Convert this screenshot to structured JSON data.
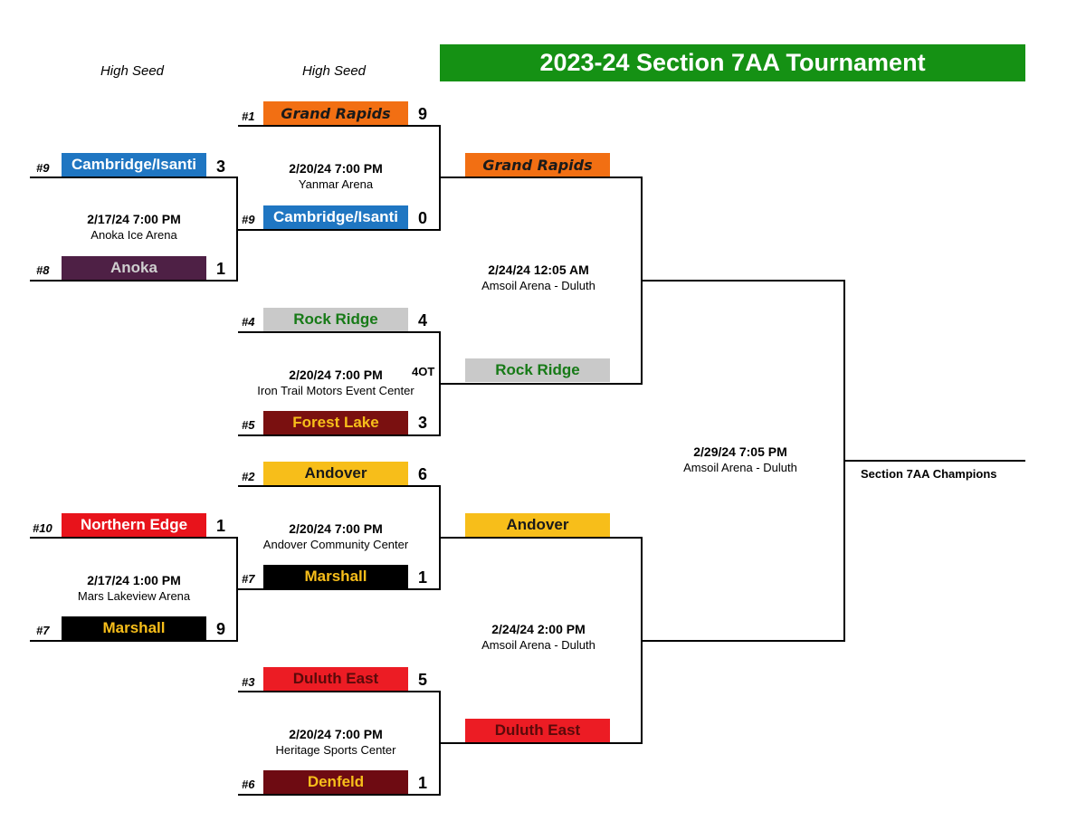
{
  "title": "2023-24 Section 7AA Tournament",
  "column_heads": [
    "High Seed",
    "High Seed"
  ],
  "colors": {
    "title_bg": "#159114",
    "grand_rapids": "#F26F13",
    "cambridge": "#1F76C2",
    "anoka": "#4E2045",
    "rock_ridge": "#C9C9C9",
    "forest_lake": "#7A1010",
    "andover": "#F7BE1A",
    "northern_edge": "#E8131B",
    "marshall": "#000000",
    "duluth_east": "#EC1C24",
    "denfeld": "#6E0B12"
  },
  "round1": [
    {
      "top": {
        "seed": "#9",
        "team": "Cambridge/Isanti",
        "score": "3"
      },
      "bottom": {
        "seed": "#8",
        "team": "Anoka",
        "score": "1"
      },
      "datetime": "2/17/24 7:00 PM",
      "location": "Anoka Ice Arena"
    },
    {
      "top": {
        "seed": "#10",
        "team": "Northern Edge",
        "score": "1"
      },
      "bottom": {
        "seed": "#7",
        "team": "Marshall",
        "score": "9"
      },
      "datetime": "2/17/24 1:00 PM",
      "location": "Mars Lakeview Arena"
    }
  ],
  "quarterfinals": [
    {
      "top": {
        "seed": "#1",
        "team": "Grand Rapids",
        "score": "9"
      },
      "bottom": {
        "seed": "#9",
        "team": "Cambridge/Isanti",
        "score": "0"
      },
      "datetime": "2/20/24 7:00 PM",
      "location": "Yanmar Arena"
    },
    {
      "top": {
        "seed": "#4",
        "team": "Rock Ridge",
        "score": "4"
      },
      "bottom": {
        "seed": "#5",
        "team": "Forest Lake",
        "score": "3"
      },
      "datetime": "2/20/24 7:00 PM",
      "location": "Iron Trail Motors Event Center",
      "note": "4OT"
    },
    {
      "top": {
        "seed": "#2",
        "team": "Andover",
        "score": "6"
      },
      "bottom": {
        "seed": "#7",
        "team": "Marshall",
        "score": "1"
      },
      "datetime": "2/20/24 7:00 PM",
      "location": "Andover Community Center"
    },
    {
      "top": {
        "seed": "#3",
        "team": "Duluth East",
        "score": "5"
      },
      "bottom": {
        "seed": "#6",
        "team": "Denfeld",
        "score": "1"
      },
      "datetime": "2/20/24 7:00 PM",
      "location": "Heritage Sports Center"
    }
  ],
  "semifinals": [
    {
      "top": {
        "team": "Grand Rapids"
      },
      "bottom": {
        "team": "Rock Ridge"
      },
      "datetime": "2/24/24 12:05 AM",
      "location": "Amsoil Arena - Duluth"
    },
    {
      "top": {
        "team": "Andover"
      },
      "bottom": {
        "team": "Duluth East"
      },
      "datetime": "2/24/24 2:00 PM",
      "location": "Amsoil Arena - Duluth"
    }
  ],
  "final": {
    "datetime": "2/29/24 7:05 PM",
    "location": "Amsoil Arena - Duluth",
    "champion_label": "Section 7AA Champions"
  }
}
